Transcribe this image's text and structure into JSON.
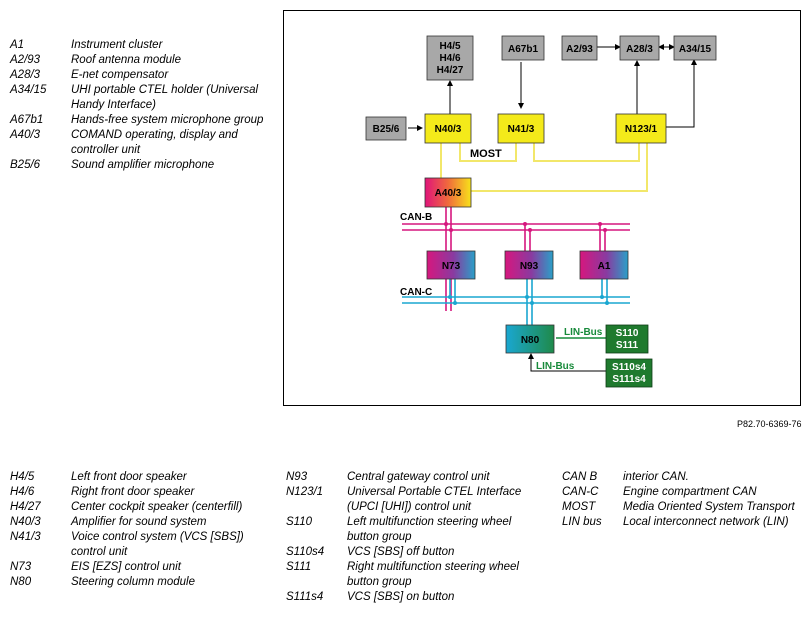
{
  "legend_top": [
    {
      "code": "A1",
      "desc": "Instrument cluster"
    },
    {
      "code": "A2/93",
      "desc": "Roof antenna module"
    },
    {
      "code": "A28/3",
      "desc": "E-net compensator"
    },
    {
      "code": "A34/15",
      "desc": "UHI portable CTEL holder (Universal Handy Interface)"
    },
    {
      "code": "A67b1",
      "desc": "Hands-free system microphone group"
    },
    {
      "code": "A40/3",
      "desc": "COMAND operating, display and controller unit"
    },
    {
      "code": "B25/6",
      "desc": "Sound amplifier microphone"
    }
  ],
  "legend_bottom_1": [
    {
      "code": "H4/5",
      "desc": "Left front door speaker"
    },
    {
      "code": "H4/6",
      "desc": "Right front door speaker"
    },
    {
      "code": "H4/27",
      "desc": "Center cockpit speaker (centerfill)"
    },
    {
      "code": "N40/3",
      "desc": "Amplifier for sound system"
    },
    {
      "code": "N41/3",
      "desc": "Voice control system (VCS [SBS]) control unit"
    },
    {
      "code": "N73",
      "desc": "EIS [EZS] control unit"
    },
    {
      "code": "N80",
      "desc": "Steering column module"
    }
  ],
  "legend_bottom_2": [
    {
      "code": "N93",
      "desc": "Central gateway control unit"
    },
    {
      "code": "N123/1",
      "desc": "Universal Portable CTEL Interface (UPCI [UHI]) control unit"
    },
    {
      "code": "S110",
      "desc": "Left multifunction steering wheel button group"
    },
    {
      "code": "S110s4",
      "desc": "VCS [SBS] off button"
    },
    {
      "code": "S111",
      "desc": "Right multifunction steering wheel button group"
    },
    {
      "code": "S111s4",
      "desc": "VCS [SBS] on button"
    }
  ],
  "legend_bottom_3": [
    {
      "code": "CAN B",
      "desc": "interior CAN."
    },
    {
      "code": "CAN-C",
      "desc": "Engine compartment CAN"
    },
    {
      "code": "MOST",
      "desc": "Media Oriented System Transport"
    },
    {
      "code": "LIN bus",
      "desc": "Local interconnect network (LIN)"
    }
  ],
  "diagram": {
    "reference": "P82.70-6369-76",
    "speakers_box": [
      "H4/5",
      "H4/6",
      "H4/27"
    ],
    "boxes": {
      "a67b1": "A67b1",
      "a2_93": "A2/93",
      "a28_3": "A28/3",
      "a34_15": "A34/15",
      "b25_6": "B25/6",
      "n40_3": "N40/3",
      "n41_3": "N41/3",
      "n123_1": "N123/1",
      "a40_3": "A40/3",
      "n73": "N73",
      "n93": "N93",
      "a1": "A1",
      "n80": "N80"
    },
    "switch_box_1": [
      "S110",
      "S111"
    ],
    "switch_box_2": [
      "S110s4",
      "S111s4"
    ],
    "labels": {
      "most": "MOST",
      "can_b": "CAN-B",
      "can_c": "CAN-C",
      "lin_bus_1": "LIN-Bus",
      "lin_bus_2": "LIN-Bus"
    },
    "colors": {
      "most": "#f2e76a",
      "can_b": "#d6177e",
      "can_c": "#1aa7d1",
      "lin": "#178a3a",
      "gray_box": "#a8a8a8",
      "yellow_box": "#f4ea1a",
      "green_box": "#1f7a2e"
    }
  }
}
